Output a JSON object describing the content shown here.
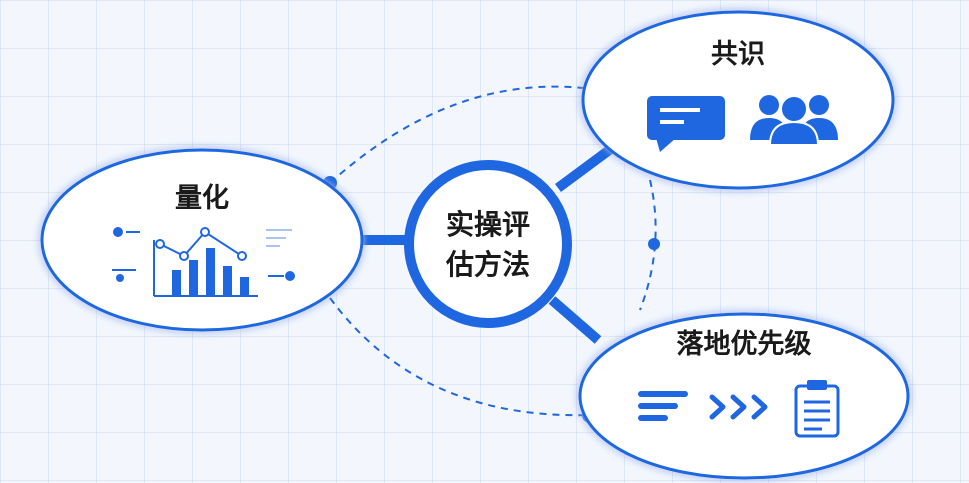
{
  "center": {
    "label_line1": "实操评",
    "label_line2": "估方法"
  },
  "nodes": {
    "quantify": {
      "label": "量化",
      "icon": "bar-chart-icon"
    },
    "consensus": {
      "label": "共识",
      "icons": [
        "chat-bubble-icon",
        "team-icon"
      ]
    },
    "priority": {
      "label": "落地优先级",
      "icons": [
        "list-icon",
        "triple-chevron-icon",
        "clipboard-icon"
      ]
    }
  },
  "colors": {
    "accent": "#1f67e0",
    "node_fill": "#ffffff",
    "background": "#f3f7fd"
  }
}
